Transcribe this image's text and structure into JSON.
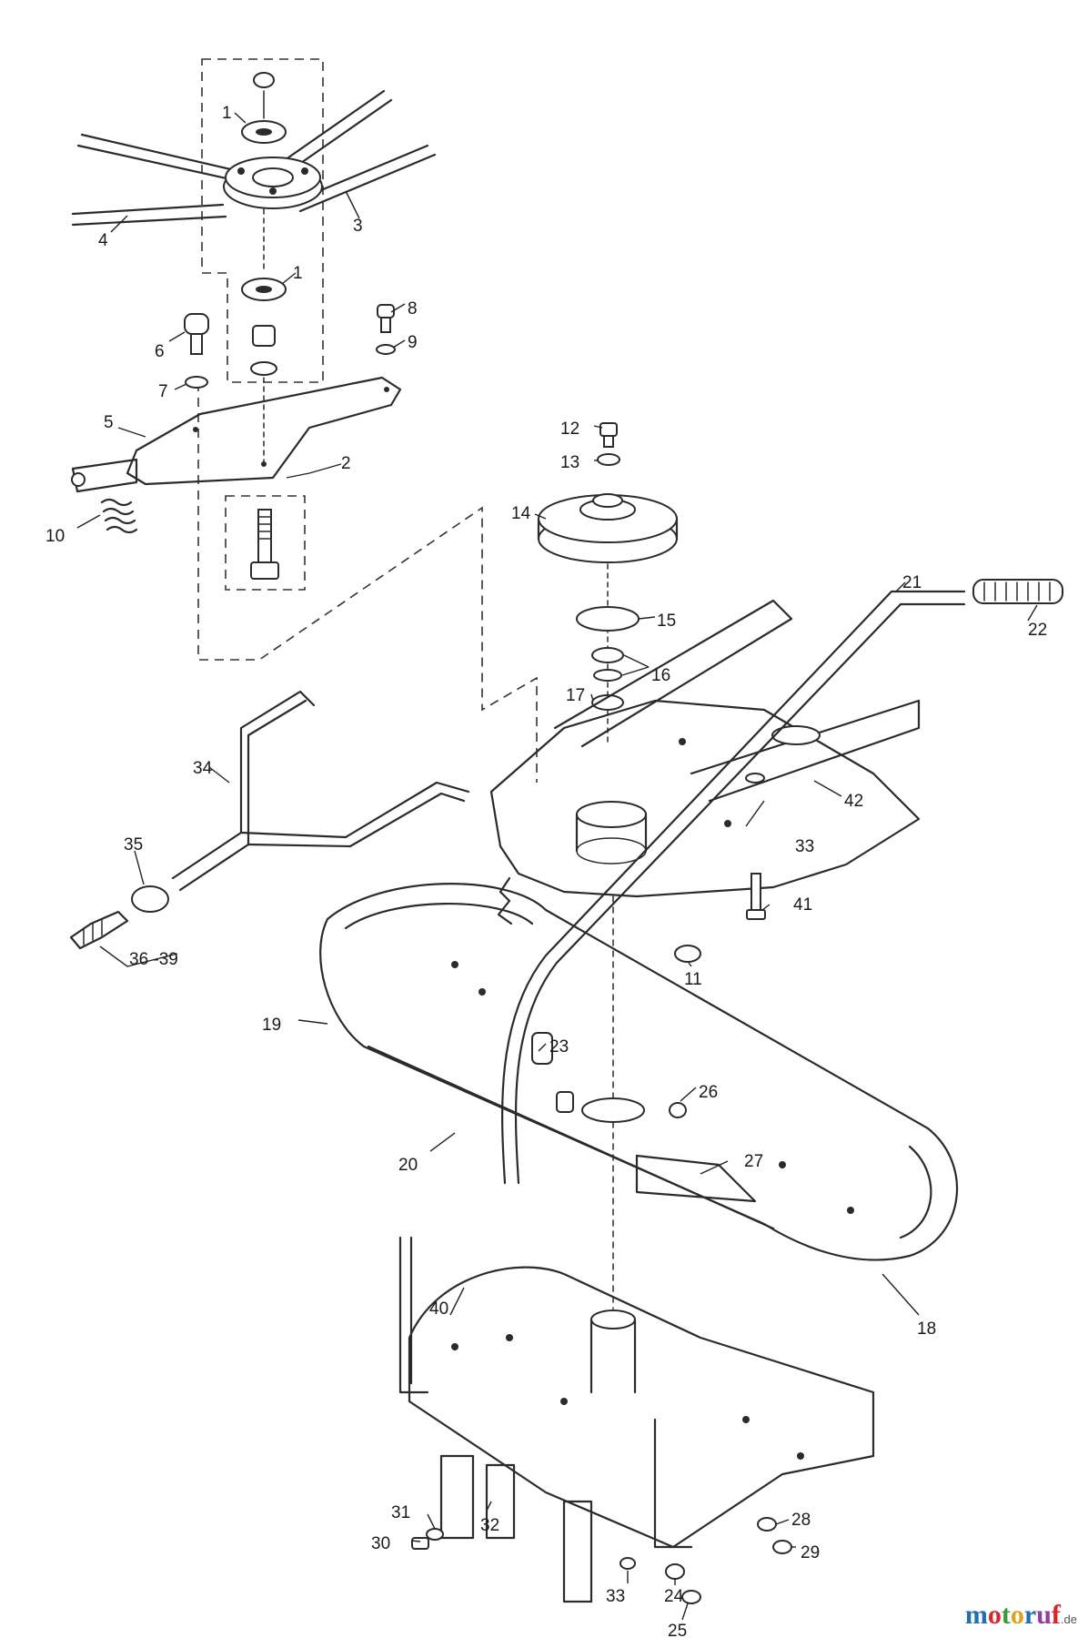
{
  "callouts": {
    "c1a": "1",
    "c1b": "1",
    "c2": "2",
    "c3": "3",
    "c4": "4",
    "c5": "5",
    "c6": "6",
    "c7": "7",
    "c8": "8",
    "c9": "9",
    "c10": "10",
    "c11": "11",
    "c12": "12",
    "c13": "13",
    "c14": "14",
    "c15": "15",
    "c16": "16",
    "c17": "17",
    "c18": "18",
    "c19": "19",
    "c20": "20",
    "c21": "21",
    "c22": "22",
    "c23": "23",
    "c24": "24",
    "c25": "25",
    "c26": "26",
    "c27": "27",
    "c28": "28",
    "c29": "29",
    "c30": "30",
    "c31": "31",
    "c32": "32",
    "c33a": "33",
    "c33b": "33",
    "c34": "34",
    "c35": "35",
    "c3639": "36 -39",
    "c40": "40",
    "c41": "41",
    "c42": "42"
  },
  "watermark": {
    "m": "m",
    "o1": "o",
    "t": "t",
    "o2": "o",
    "r": "r",
    "u": "u",
    "f": "f",
    "suffix": ".de",
    "colors": [
      "#1f6fb5",
      "#d9262b",
      "#3a9a3a",
      "#e0a020",
      "#1f6fb5",
      "#8e3fa0",
      "#d9262b"
    ]
  }
}
